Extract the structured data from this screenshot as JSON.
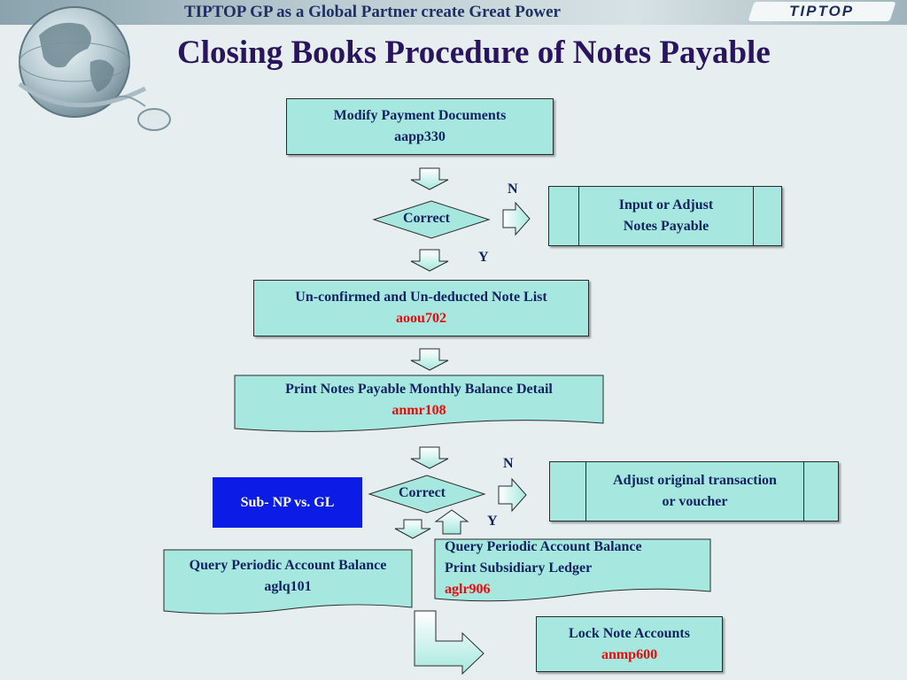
{
  "header": {
    "slogan": "TIPTOP GP as a Global Partner create Great Power",
    "brand": "TIPTOP"
  },
  "title": "Closing Books Procedure of  Notes Payable",
  "nodes": {
    "modify_payment": {
      "line1": "Modify Payment Documents",
      "code": "aapp330"
    },
    "decision1": {
      "label": "Correct"
    },
    "input_adjust": {
      "line1": "Input or Adjust",
      "line2": "Notes Payable"
    },
    "unconfirmed": {
      "line1": "Un-confirmed and Un-deducted Note List",
      "code": "aoou702"
    },
    "print_balance": {
      "line1": "Print Notes Payable Monthly Balance Detail",
      "code": "anmr108"
    },
    "decision2": {
      "label": "Correct"
    },
    "adjust_original": {
      "line1": "Adjust original transaction",
      "line2": "or voucher"
    },
    "sub_np": {
      "label": "Sub- NP  vs. GL"
    },
    "query_aglq": {
      "line1": "Query Periodic Account Balance",
      "code": "aglq101"
    },
    "query_aglr": {
      "line1": "Query Periodic Account Balance",
      "line2": "Print Subsidiary Ledger",
      "code": "aglr906"
    },
    "lock_notes": {
      "line1": "Lock  Note Accounts",
      "code": "anmp600"
    }
  },
  "labels": {
    "n1": "N",
    "y1": "Y",
    "n2": "N",
    "y2": "Y"
  },
  "colors": {
    "box_fill": "#a6e8df",
    "code_red": "#ee0a0a",
    "text_navy": "#102363",
    "title_purple": "#2a1460",
    "sub_blue": "#0a1ce6"
  }
}
